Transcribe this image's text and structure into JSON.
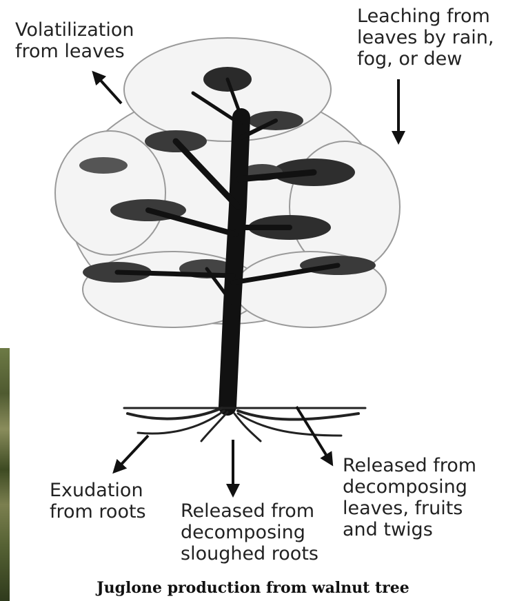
{
  "labels": {
    "volatilization": [
      "Volatilization",
      "from leaves"
    ],
    "leaching": [
      "Leaching from",
      "leaves by rain,",
      "fog, or dew"
    ],
    "exudation": [
      "Exudation",
      "from roots"
    ],
    "sloughed_roots": [
      "Released from",
      "decomposing",
      "sloughed roots"
    ],
    "leaves_fruits": [
      "Released from",
      "decomposing",
      "leaves, fruits",
      "and twigs"
    ]
  },
  "caption": "Juglone production from walnut tree"
}
